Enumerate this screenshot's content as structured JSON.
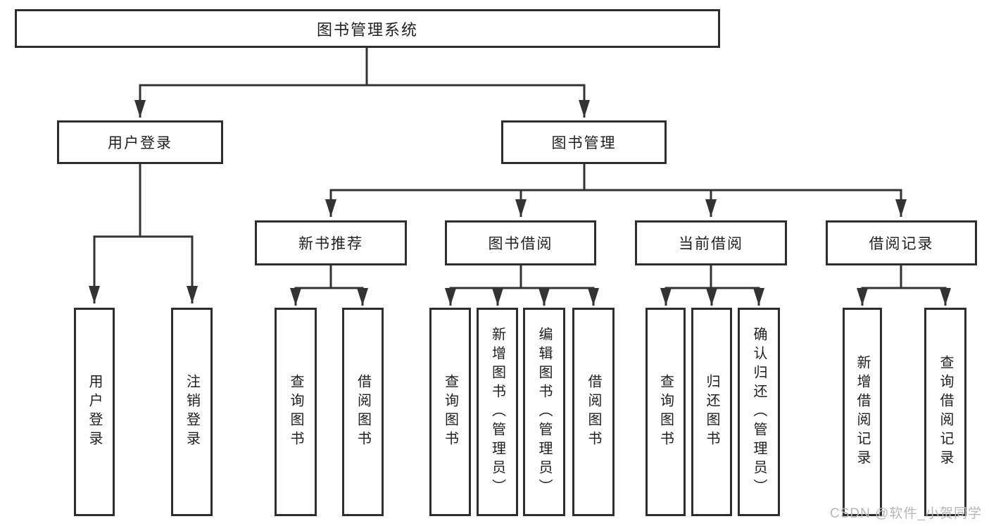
{
  "diagram": {
    "root": {
      "label": "图书管理系统"
    },
    "branches": [
      {
        "label": "用户登录",
        "leaves": [
          {
            "label": "用户登录"
          },
          {
            "label": "注销登录"
          }
        ]
      },
      {
        "label": "图书管理",
        "groups": [
          {
            "label": "新书推荐",
            "leaves": [
              {
                "label": "查询图书"
              },
              {
                "label": "借阅图书"
              }
            ]
          },
          {
            "label": "图书借阅",
            "leaves": [
              {
                "label": "查询图书"
              },
              {
                "label": "新增图书（管理员）"
              },
              {
                "label": "编辑图书（管理员）"
              },
              {
                "label": "借阅图书"
              }
            ]
          },
          {
            "label": "当前借阅",
            "leaves": [
              {
                "label": "查询图书"
              },
              {
                "label": "归还图书"
              },
              {
                "label": "确认归还（管理员）"
              }
            ]
          },
          {
            "label": "借阅记录",
            "leaves": [
              {
                "label": "新增借阅记录"
              },
              {
                "label": "查询借阅记录"
              }
            ]
          }
        ]
      }
    ]
  },
  "watermark": {
    "text": "CSDN @软件_小贺同学"
  },
  "colors": {
    "line": "#333333",
    "border": "#2e2e2e",
    "fill": "#ffffff",
    "text": "#1f1f1f",
    "watermark": "#b7b7b7"
  }
}
